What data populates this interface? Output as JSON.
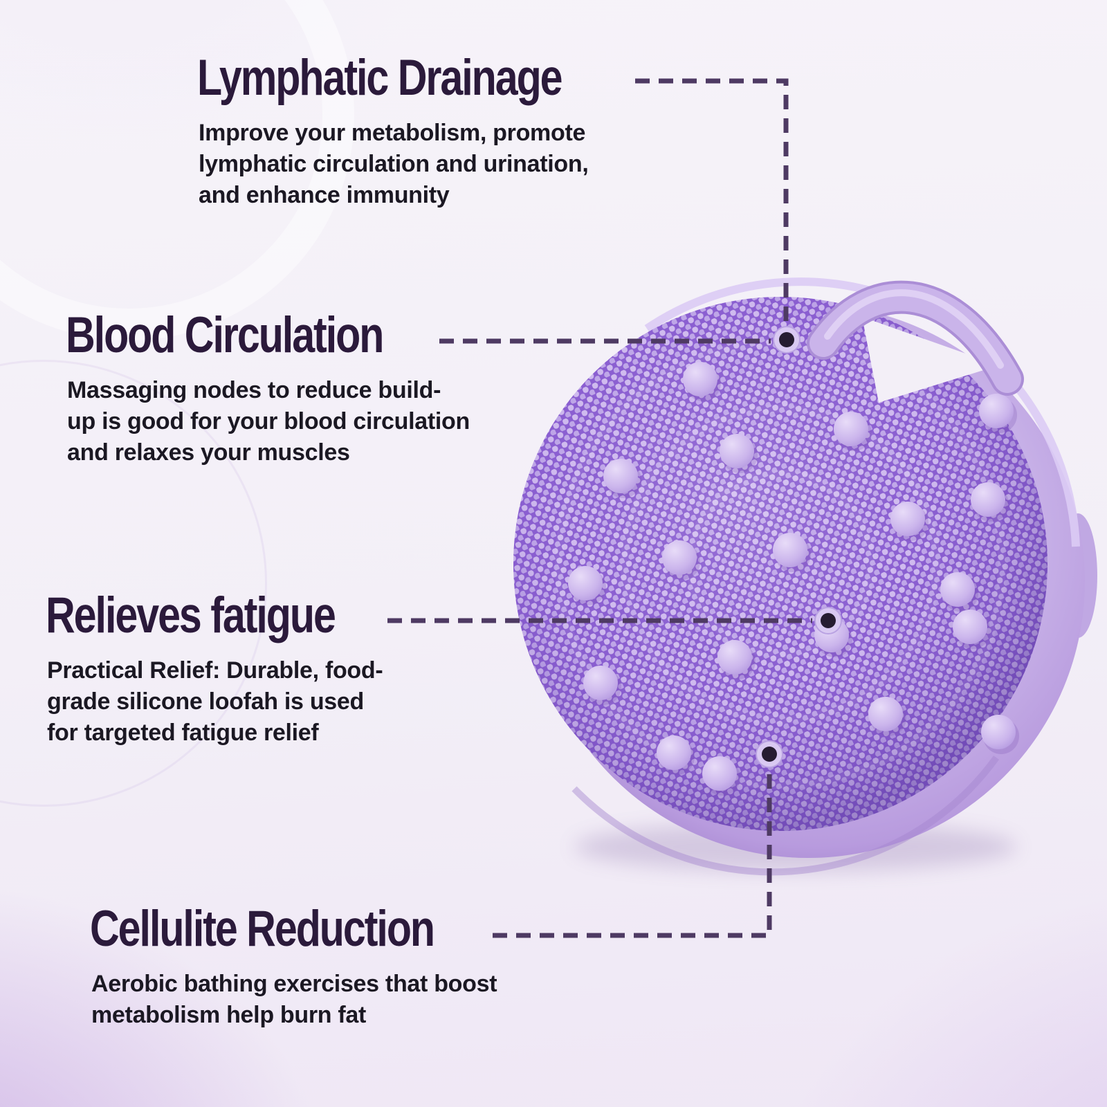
{
  "colors": {
    "title-color": "#2b1a3b",
    "body-color": "#1b1823",
    "leader-color": "#4e3a63",
    "bristle-base": "#8b5fd1",
    "bristle-tip": "#d3c0f0",
    "node-color": "#cdb9ec",
    "rim-color": "#c8b2e8",
    "hole-color": "#261c31",
    "background-tint": "#f3eff7"
  },
  "sections": [
    {
      "id": "lymphatic-drainage",
      "title": "Lymphatic Drainage",
      "description_lines": [
        "Improve your metabolism, promote",
        "lymphatic circulation and urination,",
        "and enhance immunity"
      ]
    },
    {
      "id": "blood-circulation",
      "title": "Blood Circulation",
      "description_lines": [
        "Massaging nodes to reduce build-",
        "up is good for your blood circulation",
        "and relaxes your muscles"
      ]
    },
    {
      "id": "relieves-fatigue",
      "title": "Relieves fatigue",
      "description_lines": [
        "Practical Relief: Durable, food-",
        "grade silicone loofah is used",
        "for targeted fatigue relief"
      ]
    },
    {
      "id": "cellulite-reduction",
      "title": "Cellulite Reduction",
      "description_lines": [
        "Aerobic bathing exercises that boost",
        "metabolism help burn fat"
      ]
    }
  ],
  "product": {
    "name": "Purple silicone body scrubber brush",
    "features_shown": "round bristle pad, massage nodes, drainage holes, strap handle"
  }
}
